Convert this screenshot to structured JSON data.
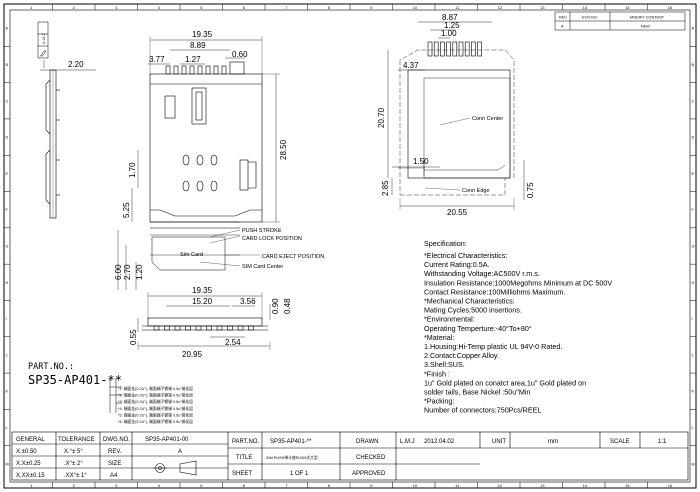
{
  "revision_table": {
    "headers": [
      "REV.",
      "ECN.NO.",
      "MODIFY CONTENT"
    ],
    "rev": "A",
    "content": "NEW"
  },
  "tolerance_badge": "0.10 Z",
  "dimensions": {
    "side_top": "2.20",
    "front_width": "19.35",
    "front_pitch_span": "8.89",
    "front_pad": "0.60",
    "front_left": "3.77",
    "front_pitch": "1.27",
    "front_height": "28.50",
    "front_contact_row": "1.70",
    "front_bottom": "5.25",
    "stroke_a": "6.00",
    "stroke_b": "2.70",
    "stroke_c": "1.20",
    "bottom_width": "19.35",
    "bottom_inner": "15.20",
    "bottom_seg": "3.56",
    "bottom_h1": "0.90",
    "bottom_h2": "0.48",
    "bottom_thk": "0.55",
    "bottom_offset": "2.54",
    "bottom_total": "20.95",
    "pcb_top": "8.87",
    "pcb_pitch": "1.25",
    "pcb_pad": "1.00",
    "pcb_left": "4.37",
    "pcb_height": "20.70",
    "pcb_center": "1.50",
    "pcb_bottom": "2.85",
    "pcb_width": "20.55",
    "pcb_right": "0.75"
  },
  "labels": {
    "push_stroke": "PUSH STROKE",
    "card_lock": "CARD LOCK POSITION",
    "card_eject": "CARD EJECT POSITION",
    "sim_card": "Sim Card",
    "sim_card_center": "SIM Card Center",
    "conn_center": "Conn Center",
    "conn_edge": "Conn Edge"
  },
  "part": {
    "heading": "PART.NO.:",
    "number": "SP35-AP401-**",
    "options": [
      "*1: 端面金(0.2U\"), 端面端子镀锡 0.5u\"锡化层",
      "*2: 端面金(0.2U\"), 端面端子镀锡 0.5u\"锡化层",
      "*3: 端面金(0.2U\"), 端面端子镀锡 0.5u\"锡化层",
      "*4: 端面金(0.2U\"), 端面端子镀锡 0.5u\"锡化层",
      "*5: 端面金(0.2U\"), 端面端子镀锡 0.5u\"锡化层",
      "*6: 端面金(0.2U\"), 端面端子镀锡 0.5u\"锡化层"
    ]
  },
  "spec": {
    "title": "Specification:",
    "lines": [
      "*Electrical Characteristics:",
      "Current Rating:0.5A.",
      "Withstanding Voltage:AC500V r.m.s.",
      "Insulation Resistance:1000Megohms Minimum at DC 500V",
      "Contact Resistance:100Milliohms Maximum.",
      "*Mechanical Characteristics:",
      "Mating Cycles:5000 insertions.",
      "*Environmental:",
      "Operating Temperture:-40°To+80°",
      "*Material:",
      "1.Housing:Hi-Temp plastic UL 94V-0 Rated.",
      "2.Contact:Copper Alloy.",
      "3.Shell:SUS.",
      "*Finish :",
      "1u\" Gold plated on conatct area,1u\" Gold plated on",
      "solder tails, Base Nickel :50u\"Min",
      "*Packing:",
      "Number of connectors:750Pcs/REEL"
    ]
  },
  "title_block": {
    "general": "GENERAL",
    "tolerance": "TOLERANCE",
    "dwg_no_label": "DWG.NO.",
    "dwg_no": "SP35-AP401-00",
    "row1": [
      "X.±0.50",
      "X.°± 5°",
      "REV.",
      "A"
    ],
    "row2": [
      "X.X±0.25",
      ".X°± 2°",
      "SIZE"
    ],
    "row3": [
      "X.XX±0.15",
      ".XX°± 1°",
      "A4"
    ],
    "part_no_label": "PART.NO.",
    "part_no": "SP35-AP401-**",
    "drawn_label": "DRAWN",
    "drawn_by": "L.M.J",
    "drawn_date": "2012.04.02",
    "unit_label": "UNIT",
    "unit": "mm",
    "scale_label": "SCALE",
    "scale": "1:1",
    "title_label": "TITLE",
    "title": "SIM PUSH带卡座PUSH式大型",
    "checked_label": "CHECKED",
    "sheet_label": "SHEET",
    "sheet": "1 OF 1",
    "approved_label": "APPROVED"
  },
  "border_numbers": [
    "1",
    "2",
    "3",
    "4",
    "5",
    "6",
    "7",
    "8",
    "9",
    "10",
    "11",
    "12",
    "13",
    "14",
    "15",
    "16"
  ],
  "border_letters": [
    "A",
    "B",
    "C",
    "D",
    "E",
    "F",
    "G",
    "H",
    "I",
    "J",
    "K",
    "L",
    "M"
  ]
}
